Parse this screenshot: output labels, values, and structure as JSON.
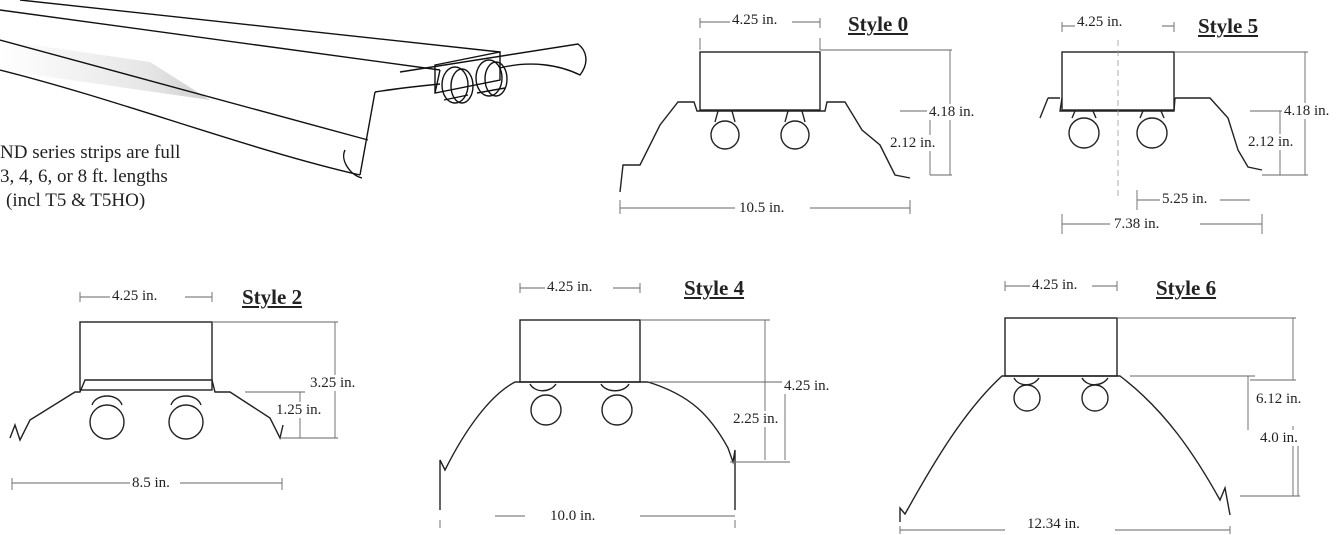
{
  "intro": {
    "lines": [
      "ND series strips are full",
      "3, 4, 6, or 8 ft. lengths",
      "(incl T5 & T5HO)"
    ]
  },
  "styles": {
    "style0": {
      "title": "Style 0",
      "top_width": "4.25 in.",
      "total_height": "4.18 in.",
      "reflector_height": "2.12 in.",
      "bottom_width": "10.5 in."
    },
    "style5": {
      "title": "Style 5",
      "top_width": "4.25 in.",
      "total_height": "4.18 in.",
      "reflector_height": "2.12 in.",
      "inner_width": "5.25 in.",
      "bottom_width": "7.38 in."
    },
    "style2": {
      "title": "Style 2",
      "top_width": "4.25 in.",
      "total_height": "3.25 in.",
      "reflector_height": "1.25 in.",
      "bottom_width": "8.5 in."
    },
    "style4": {
      "title": "Style 4",
      "top_width": "4.25 in.",
      "total_height": "4.25 in.",
      "reflector_height": "2.25 in.",
      "bottom_width": "10.0 in."
    },
    "style6": {
      "title": "Style 6",
      "top_width": "4.25 in.",
      "total_height": "6.12 in.",
      "reflector_height": "4.0 in.",
      "bottom_width": "12.34 in."
    }
  }
}
